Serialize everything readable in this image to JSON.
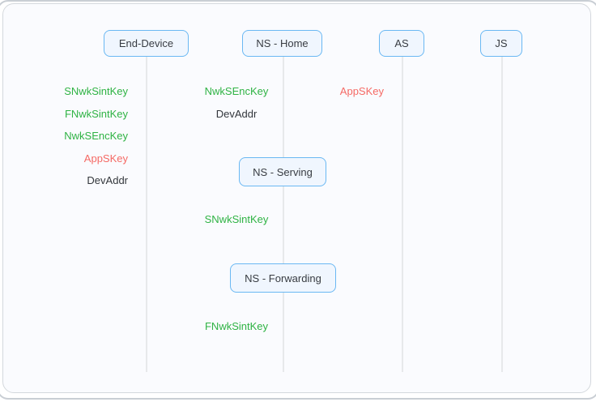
{
  "colors": {
    "green": "#2fb344",
    "red": "#f56a65",
    "dark": "#32363b",
    "box_border": "#6ab8f3",
    "box_bg": "#f0f6fe",
    "box_text": "#383c42",
    "lifeline": "#e7e9eb",
    "card_border": "#d4d8dd",
    "card_bg": "#fafbfe",
    "window_border": "#c9ced4"
  },
  "entities": [
    {
      "label": "End-Device"
    },
    {
      "label": "NS - Home"
    },
    {
      "label": "AS"
    },
    {
      "label": "JS"
    }
  ],
  "sub_entities": [
    {
      "label": "NS - Serving"
    },
    {
      "label": "NS - Forwarding"
    }
  ],
  "keys": [
    {
      "label": "SNwkSintKey",
      "color": "green",
      "column": "End-Device"
    },
    {
      "label": "FNwkSintKey",
      "color": "green",
      "column": "End-Device"
    },
    {
      "label": "NwkSEncKey",
      "color": "green",
      "column": "End-Device"
    },
    {
      "label": "AppSKey",
      "color": "red",
      "column": "End-Device"
    },
    {
      "label": "DevAddr",
      "color": "dark",
      "column": "End-Device"
    },
    {
      "label": "NwkSEncKey",
      "color": "green",
      "column": "NS - Home"
    },
    {
      "label": "DevAddr",
      "color": "dark",
      "column": "NS - Home"
    },
    {
      "label": "AppSKey",
      "color": "red",
      "column": "AS"
    },
    {
      "label": "SNwkSintKey",
      "color": "green",
      "column": "NS - Serving"
    },
    {
      "label": "FNwkSintKey",
      "color": "green",
      "column": "NS - Forwarding"
    }
  ]
}
